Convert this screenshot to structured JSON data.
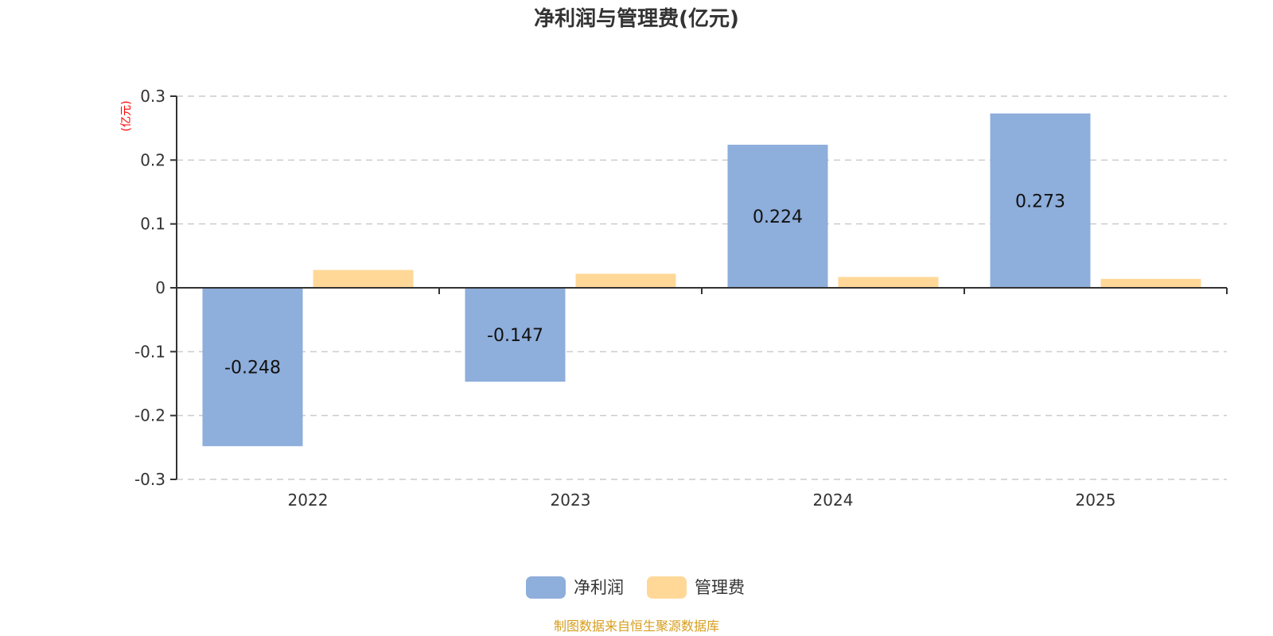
{
  "chart_data": {
    "type": "bar",
    "title": "净利润与管理费(亿元)",
    "ylabel": "(亿元)",
    "xlabel": "",
    "categories": [
      "2022",
      "2023",
      "2024",
      "2025"
    ],
    "ylim": [
      -0.3,
      0.3
    ],
    "yticks": [
      0.3,
      0.2,
      0.1,
      0,
      -0.1,
      -0.2,
      -0.3
    ],
    "ytick_labels": [
      "0.3",
      "0.2",
      "0.1",
      "0",
      "-0.1",
      "-0.2",
      "-0.3"
    ],
    "grid": true,
    "legend_position": "bottom",
    "series": [
      {
        "name": "净利润",
        "color": "#8eaedb",
        "values": [
          -0.248,
          -0.147,
          0.224,
          0.273
        ],
        "data_labels": [
          "-0.248",
          "-0.147",
          "0.224",
          "0.273"
        ]
      },
      {
        "name": "管理费",
        "color": "#ffd898",
        "values": [
          0.028,
          0.022,
          0.017,
          0.014
        ],
        "data_labels": []
      }
    ],
    "source_note": "制图数据来自恒生聚源数据库"
  },
  "colors": {
    "title": "#333333",
    "axis": "#333333",
    "grid": "#cccccc",
    "unit": "#ff0000",
    "source": "#d69e1e"
  }
}
